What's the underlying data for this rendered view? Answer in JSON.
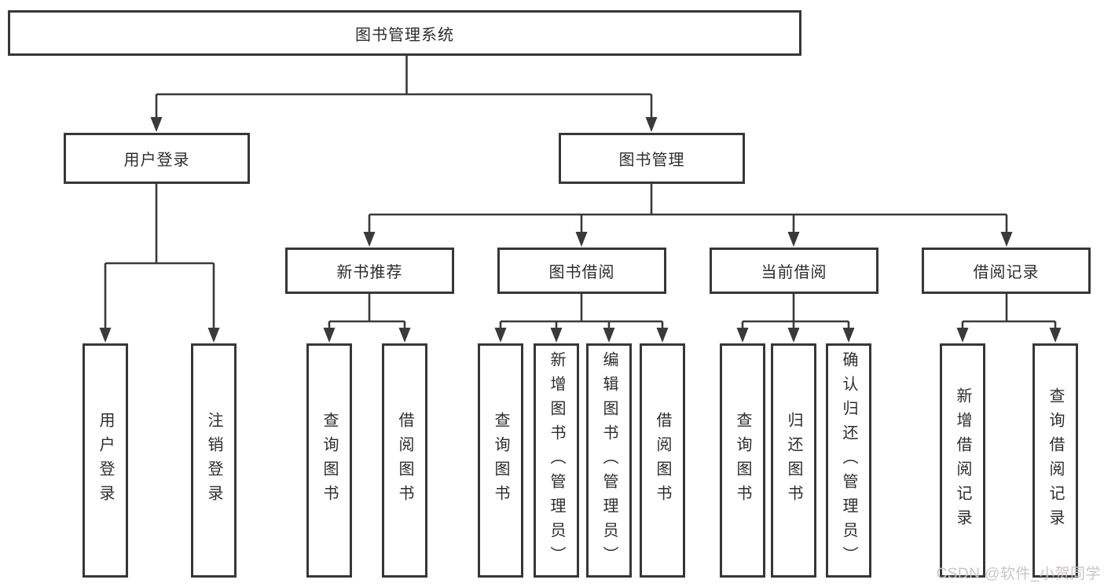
{
  "watermark": "CSDN @软件_小贺同学",
  "diagram": {
    "root": {
      "label": "图书管理系统"
    },
    "branches": {
      "user_login": {
        "label": "用户登录",
        "children": {
          "login": {
            "label": "用户登录"
          },
          "logout": {
            "label": "注销登录"
          }
        }
      },
      "book_management": {
        "label": "图书管理",
        "children": {
          "new_book_recommend": {
            "label": "新书推荐",
            "children": {
              "query_book": {
                "label": "查询图书"
              },
              "borrow_book": {
                "label": "借阅图书"
              }
            }
          },
          "book_borrow": {
            "label": "图书借阅",
            "children": {
              "query_book": {
                "label": "查询图书"
              },
              "add_book": {
                "label": "新增图书（管理员）"
              },
              "edit_book": {
                "label": "编辑图书（管理员）"
              },
              "borrow_book": {
                "label": "借阅图书"
              }
            }
          },
          "current_borrow": {
            "label": "当前借阅",
            "children": {
              "query_book": {
                "label": "查询图书"
              },
              "return_book": {
                "label": "归还图书"
              },
              "confirm_return": {
                "label": "确认归还（管理员）"
              }
            }
          },
          "borrow_record": {
            "label": "借阅记录",
            "children": {
              "add_record": {
                "label": "新增借阅记录"
              },
              "query_record": {
                "label": "查询借阅记录"
              }
            }
          }
        }
      }
    }
  }
}
